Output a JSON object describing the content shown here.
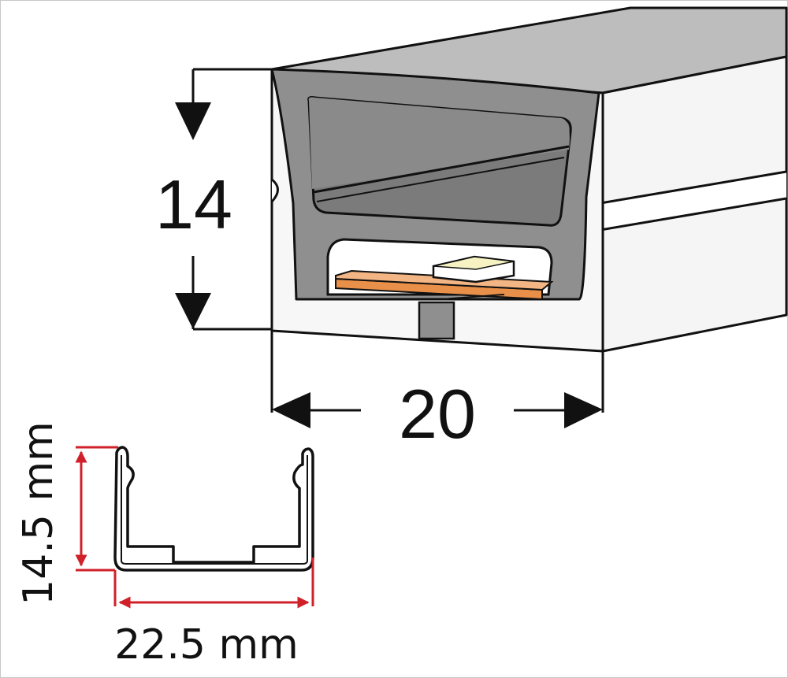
{
  "profile": {
    "height_label": "14",
    "width_label": "20"
  },
  "channel": {
    "height_label": "14.5 mm",
    "width_label": "22.5 mm"
  },
  "colors": {
    "housing_top": "#b9b9b9",
    "housing_side": "#f4f4f4",
    "front_face": "#8e8e8e",
    "cavity": "#7a7a7a",
    "pcb": "#e8904a",
    "channel_dimension": "#d0202a",
    "outline": "#111111"
  }
}
